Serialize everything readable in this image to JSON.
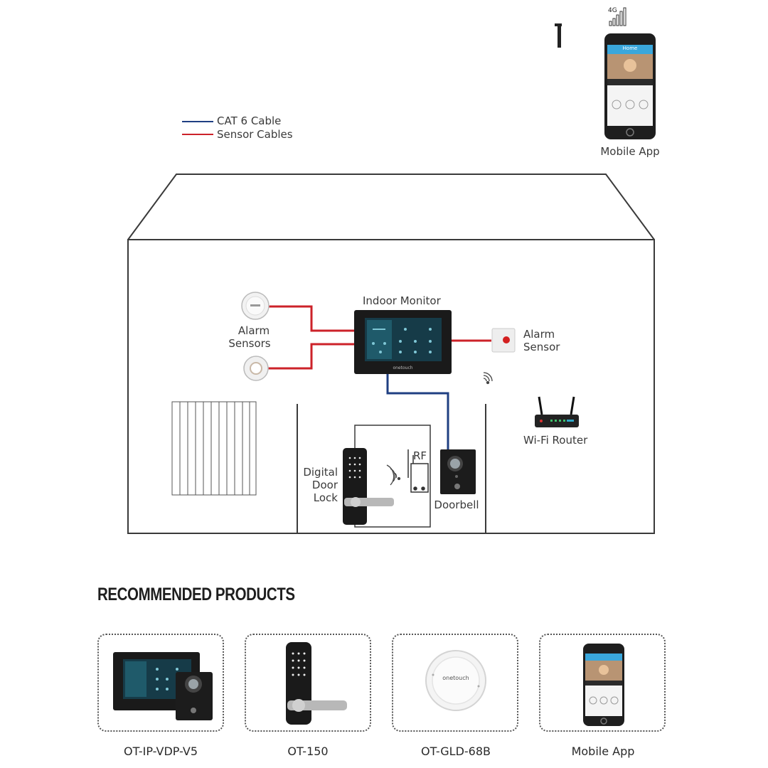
{
  "legend": {
    "items": [
      {
        "label": "CAT 6 Cable",
        "color": "#1f3f82"
      },
      {
        "label": "Sensor Cables",
        "color": "#cc2229"
      }
    ]
  },
  "signal": {
    "network": "4G"
  },
  "diagram": {
    "mobile_app_label": "Mobile App",
    "phone_screen_title": "Home",
    "indoor_monitor_label": "Indoor Monitor",
    "alarm_sensors_label_line1": "Alarm",
    "alarm_sensors_label_line2": "Sensors",
    "alarm_sensor_label_line1": "Alarm",
    "alarm_sensor_label_line2": "Sensor",
    "router_label": "Wi-Fi Router",
    "door_lock_line1": "Digital",
    "door_lock_line2": "Door",
    "door_lock_line3": "Lock",
    "rf_label": "RF",
    "doorbell_label": "Doorbell",
    "brand_mark": "onetouch"
  },
  "recommended": {
    "heading": "RECOMMENDED PRODUCTS",
    "products": [
      {
        "name": "OT-IP-VDP-V5"
      },
      {
        "name": "OT-150"
      },
      {
        "name": "OT-GLD-68B"
      },
      {
        "name": "Mobile App"
      }
    ]
  },
  "colors": {
    "cat6": "#1f3f82",
    "sensor": "#cc2229",
    "outline": "#3a3a3a"
  }
}
